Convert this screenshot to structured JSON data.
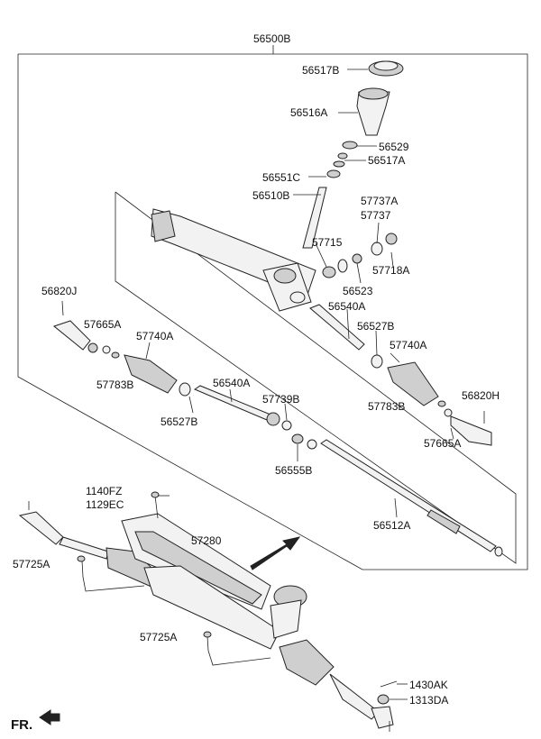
{
  "labels": {
    "l56500B": "56500B",
    "l56517B": "56517B",
    "l56516A": "56516A",
    "l56529": "56529",
    "l56517A": "56517A",
    "l56551C": "56551C",
    "l56510B": "56510B",
    "l57737A": "57737A",
    "l57737": "57737",
    "l57715": "57715",
    "l57718A": "57718A",
    "l56523": "56523",
    "l56820J": "56820J",
    "l57665A_left": "57665A",
    "l57740A_left": "57740A",
    "l56540A_upper": "56540A",
    "l56527B_right": "56527B",
    "l57740A_right": "57740A",
    "l57783B_left": "57783B",
    "l56540A_mid": "56540A",
    "l56527B_left": "56527B",
    "l57739B": "57739B",
    "l57783B_right": "57783B",
    "l56820H": "56820H",
    "l57665A_right": "57665A",
    "l56555B": "56555B",
    "l1140FZ": "1140FZ",
    "l1129EC": "1129EC",
    "l57280": "57280",
    "l56512A": "56512A",
    "l57725A_upper": "57725A",
    "l57725A_lower": "57725A",
    "l1430AK": "1430AK",
    "l1313DA": "1313DA"
  },
  "direction_mark": "FR."
}
